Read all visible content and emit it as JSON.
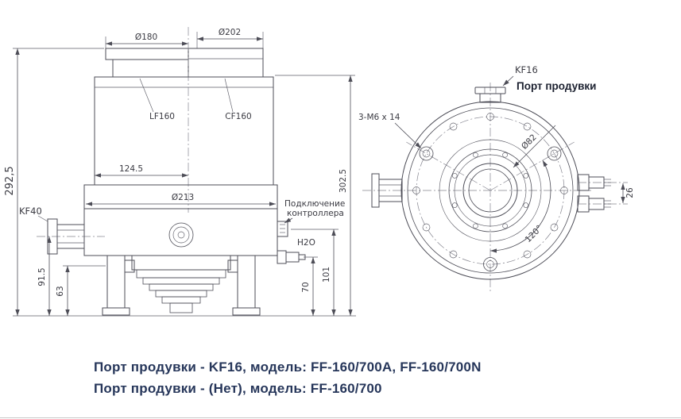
{
  "colors": {
    "background": "#ffffff",
    "line": "#4d4d57",
    "dim_text": "#3a3a42",
    "caption_text": "#26365a"
  },
  "front_view": {
    "dims": {
      "flange_left_diameter": "Ø180",
      "flange_right_diameter": "Ø202",
      "half_width": "124.5",
      "body_diameter": "Ø213",
      "overall_height": "292,5",
      "kf40_height": "91.5",
      "base_height": "63",
      "water_height": "70",
      "controller_height": "101",
      "right_height": "302.5"
    },
    "labels": {
      "flange_left": "LF160",
      "flange_right": "CF160",
      "inlet_port": "KF40",
      "controller_line1": "Подключение",
      "controller_line2": "контроллера",
      "water": "H2O"
    }
  },
  "rear_view": {
    "labels": {
      "purge_flange": "KF16",
      "purge_port": "Порт продувки",
      "mount_holes": "3-М6 х 14"
    },
    "dims": {
      "bolt_circle": "Ø82",
      "hole_angle": "120°",
      "connector_pitch": "26"
    }
  },
  "caption": {
    "line1": "Порт продувки - KF16, модель: FF-160/700A, FF-160/700N",
    "line2": "Порт продувки - (Нет), модель: FF-160/700"
  }
}
